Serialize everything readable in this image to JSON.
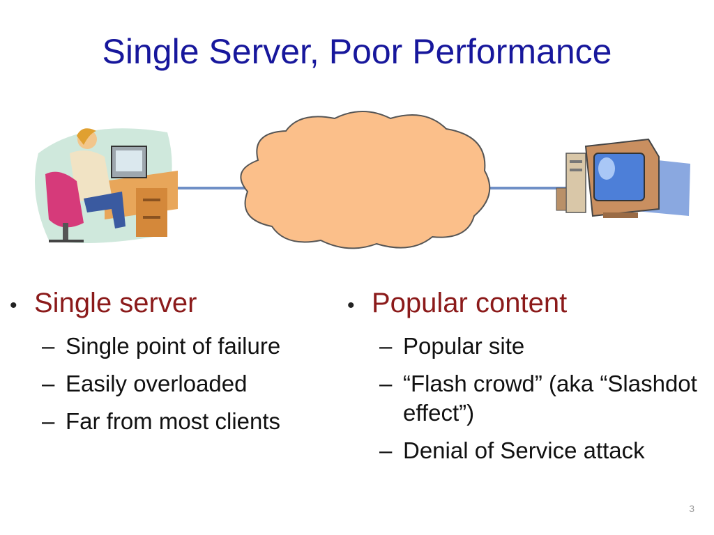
{
  "slide": {
    "title": "Single Server, Poor Performance",
    "page_number": "3"
  },
  "left_column": {
    "bullet": "Single server",
    "items": [
      "Single point of failure",
      "Easily overloaded",
      "Far from most clients"
    ]
  },
  "right_column": {
    "bullet": "Popular content",
    "items": [
      "Popular site",
      "“Flash crowd” (aka “Slashdot effect”)",
      "Denial of Service attack"
    ]
  },
  "diagram": {
    "left_node": "user-at-computer-icon",
    "center_node": "internet-cloud-icon",
    "right_node": "server-computer-icon",
    "link_color": "#6f8fc6",
    "cloud_color": "#fbbf8a"
  }
}
